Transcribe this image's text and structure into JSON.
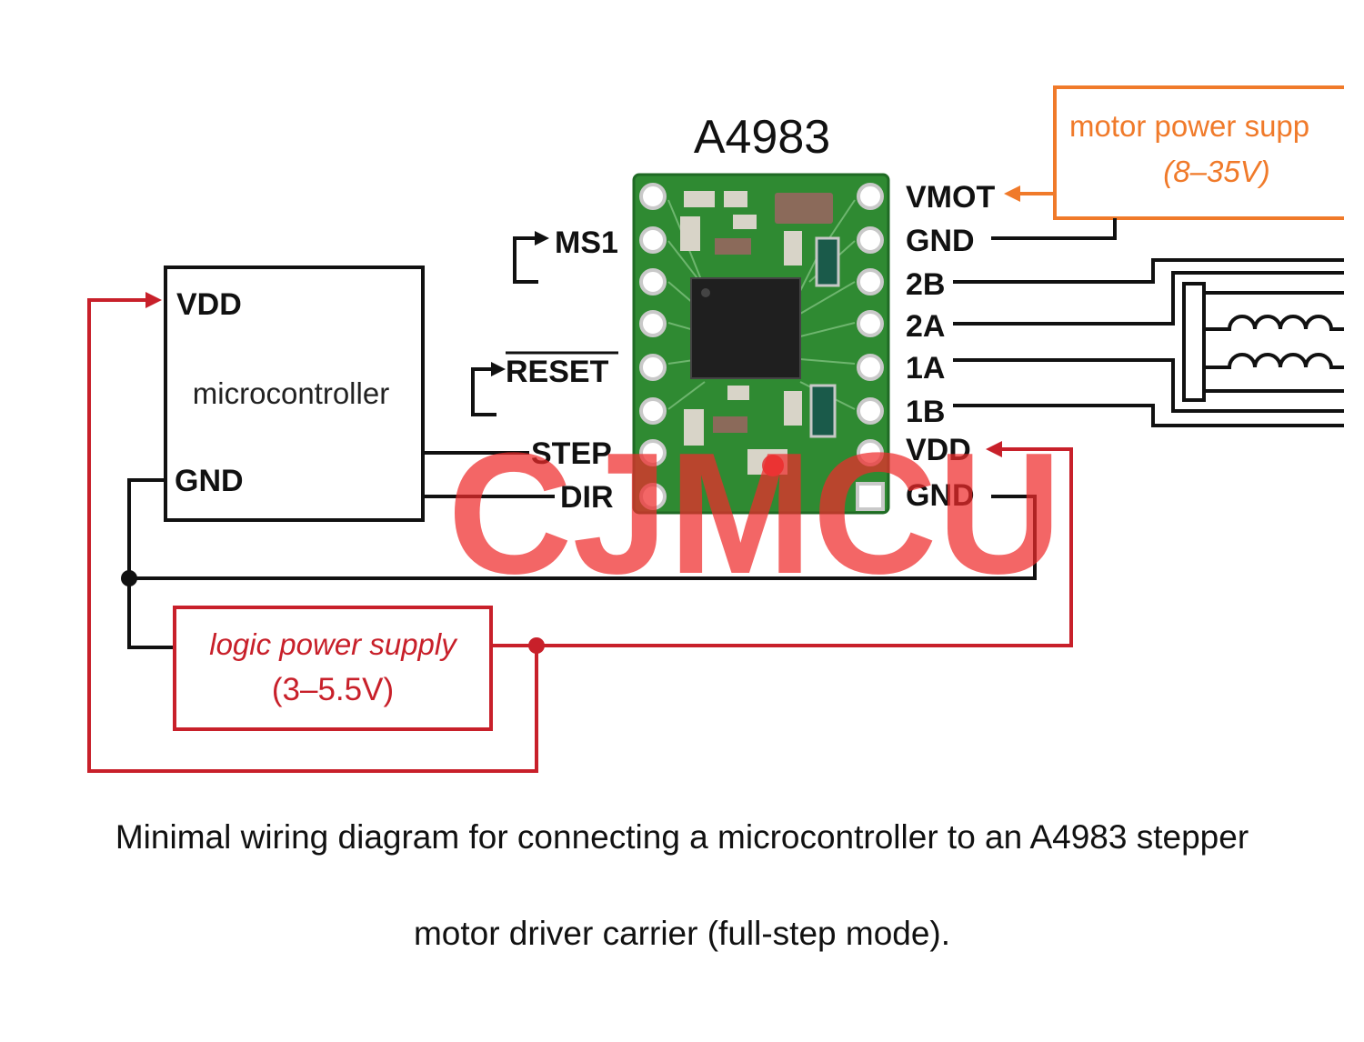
{
  "chip": {
    "title": "A4983"
  },
  "motor_supply": {
    "label": "motor power supp",
    "range": "(8–35V)"
  },
  "logic_supply": {
    "label": "logic power supply",
    "range": "(3–5.5V)"
  },
  "microcontroller": {
    "label": "microcontroller",
    "vdd": "VDD",
    "gnd": "GND"
  },
  "left_pins": {
    "ms1": "MS1",
    "reset": "RESET",
    "step": "STEP",
    "dir": "DIR"
  },
  "right_pins": {
    "vmot": "VMOT",
    "gnd_top": "GND",
    "p2b": "2B",
    "p2a": "2A",
    "p1a": "1A",
    "p1b": "1B",
    "vdd": "VDD",
    "gnd_bottom": "GND"
  },
  "watermark": "CJMCU",
  "caption": {
    "line1": "Minimal wiring diagram for connecting a microcontroller to an A4983 stepper",
    "line2": "motor driver carrier (full-step mode)."
  },
  "colors": {
    "board": "#2f8a32",
    "logic_wire": "#c8202a",
    "motor_wire": "#f07a2a",
    "signal_wire": "#111111",
    "watermark": "#ee2b2b"
  }
}
